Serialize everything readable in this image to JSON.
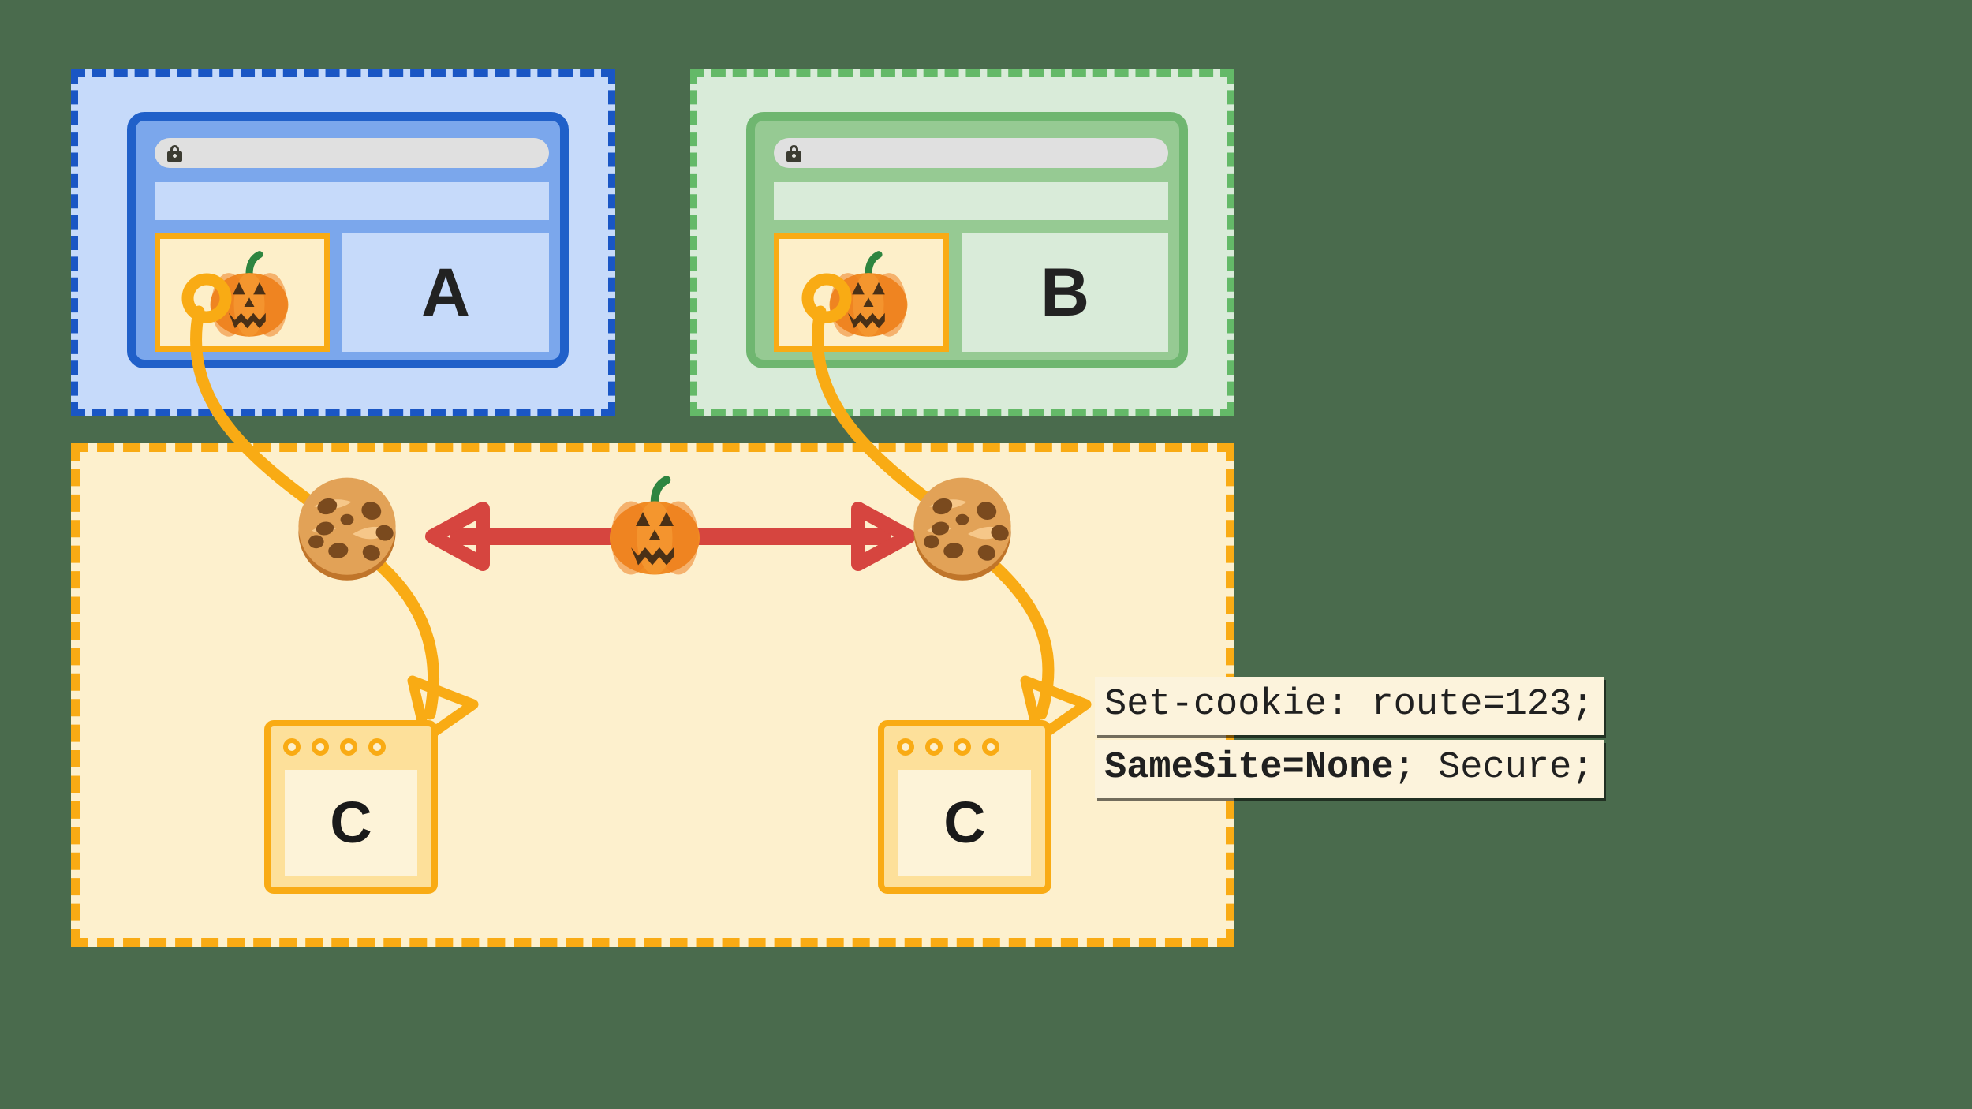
{
  "diagram": {
    "title": "SameSite=None cross-site cookie diagram",
    "background_color": "#4a6b4d"
  },
  "contexts": [
    {
      "id": "a",
      "name": "site-a-context",
      "site_letter": "A",
      "border_color": "#1a56c4",
      "fill_color": "#c6dafa",
      "window_border_color": "#2060c9",
      "window_fill_color": "#7ba7ec",
      "urlbar": {
        "lock_icon": "lock-icon",
        "value": ""
      },
      "embedded_frame": {
        "icon": "pumpkin-icon",
        "border_color": "#f9ab14"
      }
    },
    {
      "id": "b",
      "name": "site-b-context",
      "site_letter": "B",
      "border_color": "#64b968",
      "fill_color": "#d9ebd9",
      "window_border_color": "#6fb670",
      "window_fill_color": "#96ca93",
      "urlbar": {
        "lock_icon": "lock-icon",
        "value": ""
      },
      "embedded_frame": {
        "icon": "pumpkin-icon",
        "border_color": "#f9ab14"
      }
    }
  ],
  "third_party_context": {
    "name": "site-c-context",
    "border_color": "#f9ab14",
    "fill_color": "#fdf0cd",
    "servers": [
      {
        "id": "left",
        "letter": "C",
        "dots": 4
      },
      {
        "id": "right",
        "letter": "C",
        "dots": 4
      }
    ],
    "cookies": [
      {
        "id": "left",
        "icon": "cookie-icon"
      },
      {
        "id": "right",
        "icon": "cookie-icon"
      }
    ],
    "shared_identity": {
      "icon": "pumpkin-icon"
    },
    "link_arrow": {
      "name": "bidirectional-arrow",
      "color": "#d6453f",
      "direction": "both"
    }
  },
  "code_callout": {
    "lines": [
      {
        "text": "Set-cookie: route=123;",
        "bold_prefix": ""
      },
      {
        "bold": "SameSite=None",
        "rest": "; Secure;"
      }
    ],
    "background": "#fcf3dc",
    "text_color": "#202020"
  }
}
